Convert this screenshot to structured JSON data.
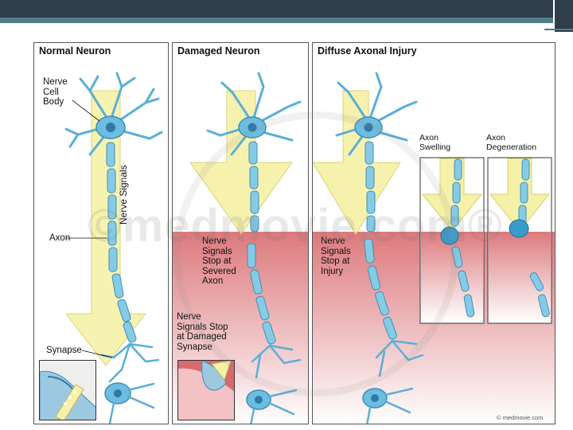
{
  "slide": {
    "colors": {
      "header": "#2f3e4a",
      "accent": "#4f7f86",
      "neuron": "#5aafd6",
      "arrow": "#f4eea0",
      "damage_zone": "#d86a6e"
    }
  },
  "panels": {
    "normal": {
      "title": "Normal Neuron",
      "labels": {
        "cell_body": [
          "Nerve",
          "Cell",
          "Body"
        ],
        "signals": "Nerve Signals",
        "axon": "Axon",
        "synapse": "Synapse"
      }
    },
    "damaged": {
      "title": "Damaged Neuron",
      "labels": {
        "stop_severed": [
          "Nerve",
          "Signals",
          "Stop at",
          "Severed",
          "Axon"
        ],
        "stop_synapse": [
          "Nerve",
          "Signals Stop",
          "at Damaged",
          "Synapse"
        ]
      }
    },
    "diffuse": {
      "title": "Diffuse Axonal Injury",
      "labels": {
        "stop_injury": [
          "Nerve",
          "Signals",
          "Stop at",
          "Injury"
        ],
        "swelling": [
          "Axon",
          "Swelling"
        ],
        "degeneration": [
          "Axon",
          "Degeneration"
        ]
      }
    }
  },
  "watermark": "©medmovie.com®",
  "credit": "© medmovie.com",
  "icons": [
    "neuron-cell-body-icon",
    "signal-arrow-icon",
    "synapse-detail-icon",
    "axon-swelling-icon"
  ]
}
